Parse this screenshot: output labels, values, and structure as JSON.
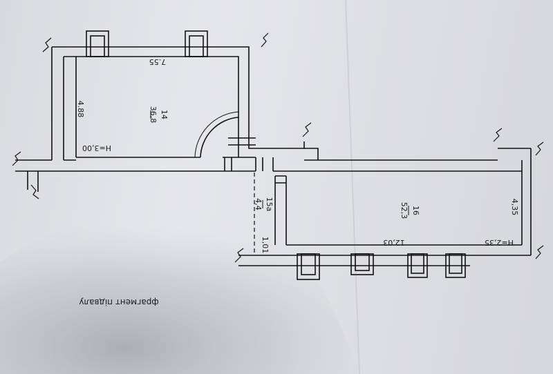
{
  "plan": {
    "caption": "фрагмент підвалу",
    "room14": {
      "number": "14",
      "area": "36,8",
      "height": "H=3,00",
      "width_dim": "7.55",
      "depth_dim": "4.88"
    },
    "room15a": {
      "number": "15а",
      "area": "4,4",
      "dim": "1,01"
    },
    "room16": {
      "number": "16",
      "area": "52,3",
      "height": "H=2,35",
      "length_dim": "12,03",
      "depth_dim": "4,35"
    }
  },
  "colors": {
    "wall": "#111111",
    "paper": "#e2e3e6",
    "shadow": "#9fa1a8"
  }
}
